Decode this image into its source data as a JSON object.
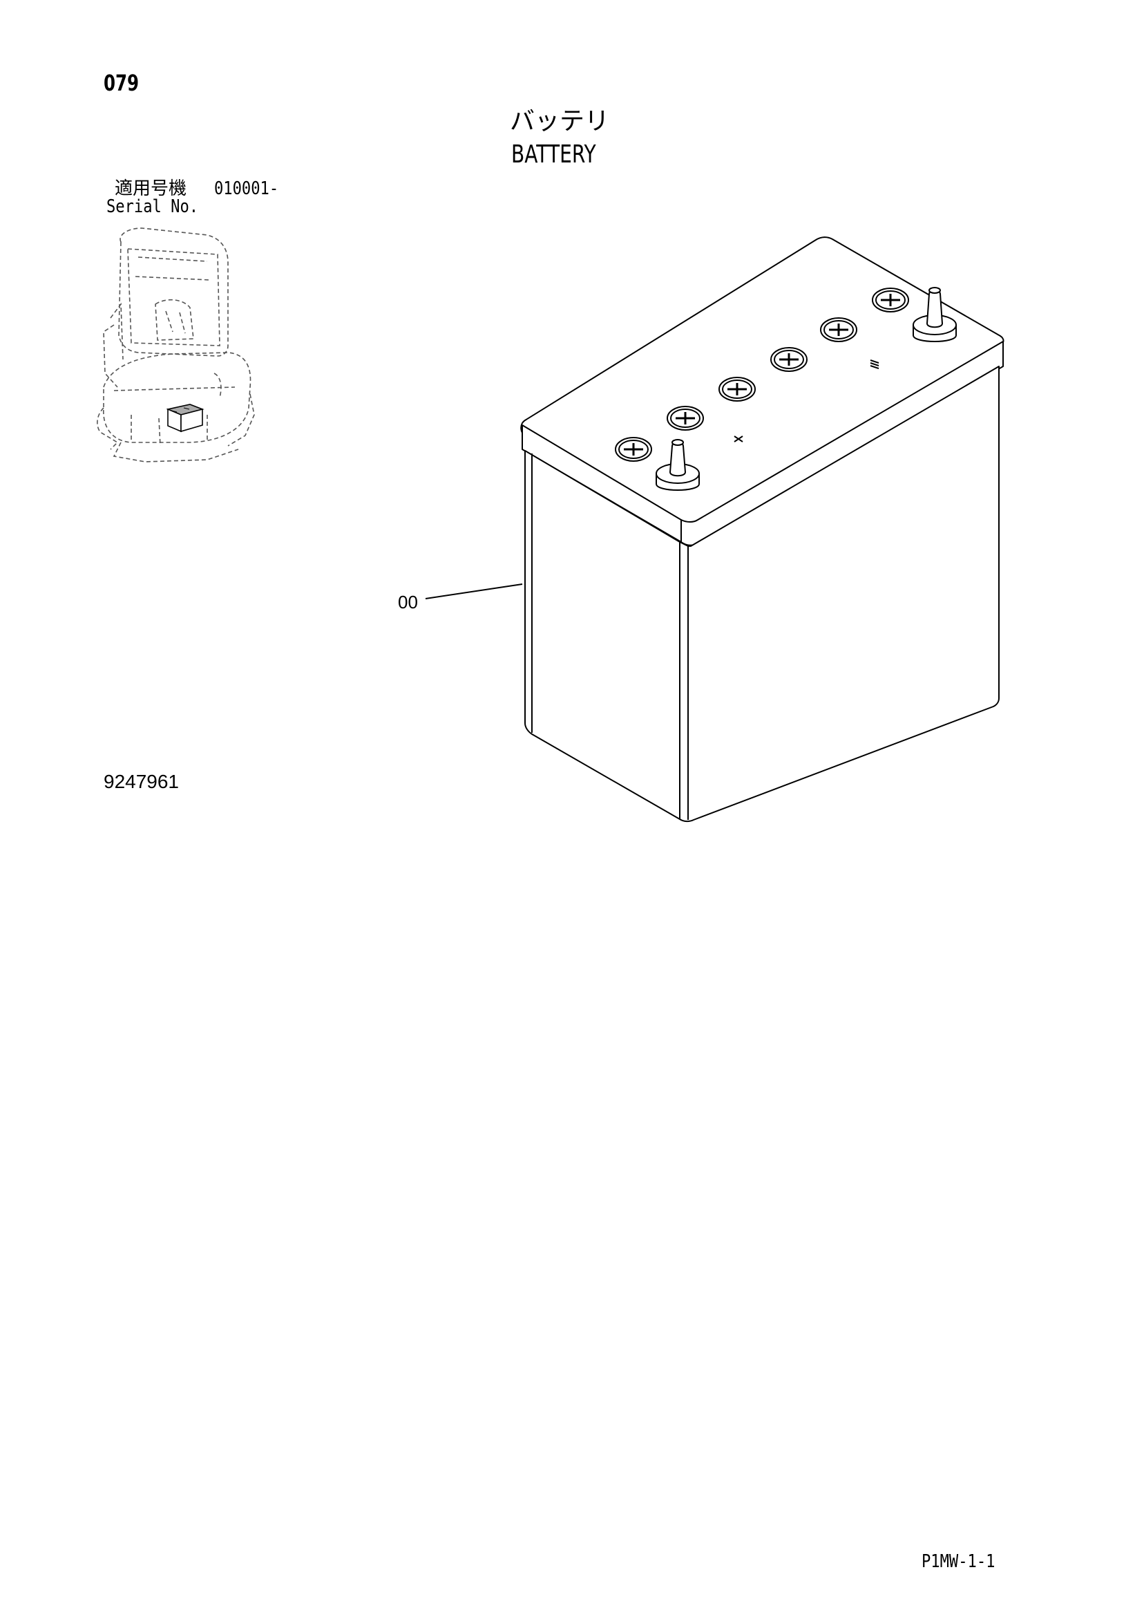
{
  "header": {
    "page_number": "079",
    "title_ja": "バッテリ",
    "title_en": "BATTERY"
  },
  "serial": {
    "label_ja": "適用号機",
    "value": "010001-",
    "label_en": "Serial No."
  },
  "figure": {
    "number": "9247961",
    "callouts": [
      {
        "label": "00"
      }
    ]
  },
  "footer": {
    "page_code": "P1MW-1-1"
  },
  "icons": {
    "locator": "machine-locator-icon",
    "battery": "battery-icon"
  }
}
